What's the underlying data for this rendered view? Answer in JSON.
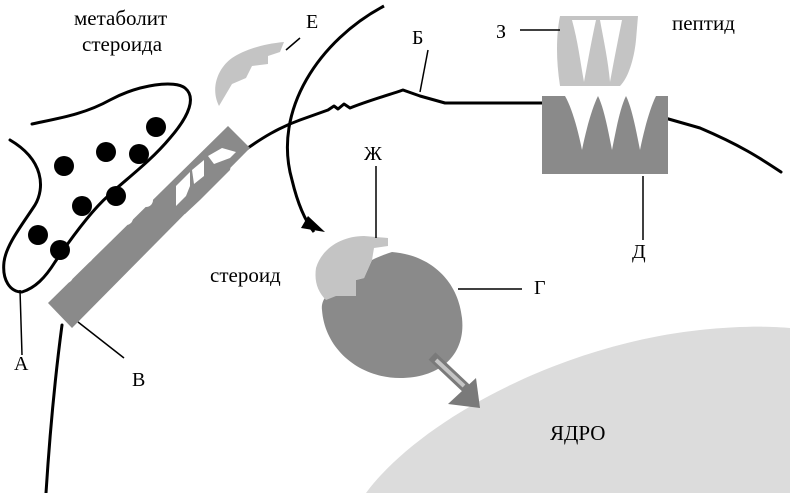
{
  "diagram": {
    "labels": {
      "a": "А",
      "b": "Б",
      "v": "В",
      "g": "Г",
      "d": "Д",
      "e": "Е",
      "zh": "Ж",
      "z": "З",
      "steroid_metabolite_line1": "метаболит",
      "steroid_metabolite_line2": "стероида",
      "peptide": "пептид",
      "steroid": "стероид",
      "nucleus": "ЯДРО"
    },
    "colors": {
      "dark_gray": "#8a8a8a",
      "light_gray": "#c4c4c4",
      "nucleus_fill": "#dcdcdc",
      "line": "#000000"
    }
  }
}
